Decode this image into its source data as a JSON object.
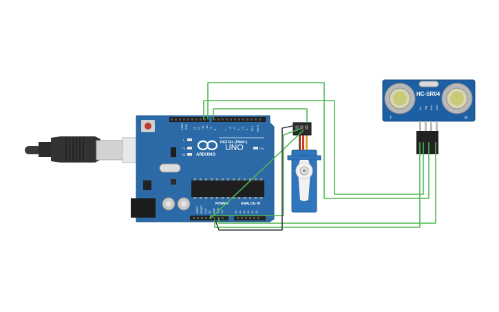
{
  "board": {
    "brand": "ARDUINO",
    "model": "UNO",
    "digital_label": "DIGITAL (PWM~)",
    "analog_label": "ANALOG IN",
    "power_label": "POWER",
    "on_label": "ON",
    "led_l": "L",
    "led_tx": "TX",
    "led_rx": "RX",
    "aref": "AREF",
    "gnd": "GND",
    "digital_pins": [
      "13",
      "12",
      "~11",
      "~10",
      "~9",
      "8",
      "7",
      "~6",
      "~5",
      "4",
      "~3",
      "2",
      "TX 1",
      "RX 0"
    ],
    "power_pins": [
      "IOREF",
      "RESET",
      "3.3V",
      "5V",
      "GND",
      "GND",
      "Vin"
    ],
    "analog_pins": [
      "A0",
      "A1",
      "A2",
      "A3",
      "A4",
      "A5"
    ]
  },
  "sensor": {
    "name": "HC-SR04",
    "pins": [
      "Vcc",
      "Trig",
      "Echo",
      "Gnd"
    ],
    "left_mark": "T",
    "right_mark": "R"
  },
  "colors": {
    "board": "#2b6aa6",
    "wire_green": "#4cb84f",
    "wire_black": "#333333",
    "servo": "#2f76bd",
    "sensor_board": "#1d5fa3"
  }
}
